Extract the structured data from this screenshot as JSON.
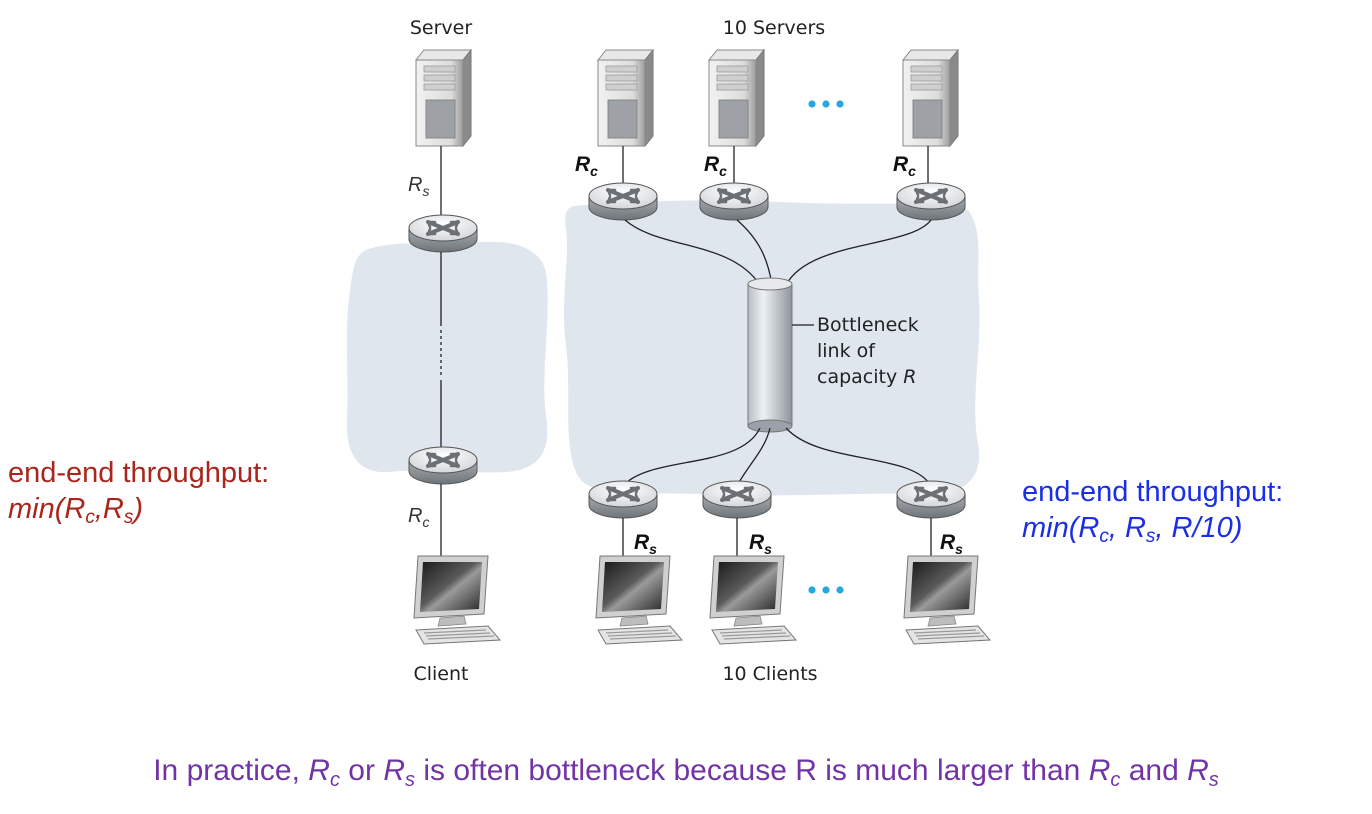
{
  "left_scenario": {
    "server_label": "Server",
    "client_label": "Client",
    "rs": {
      "base": "R",
      "sub": "s"
    },
    "rc": {
      "base": "R",
      "sub": "c"
    },
    "throughput": {
      "line1": "end-end throughput:",
      "fn": "min(R",
      "sub1": "c",
      "sep": ",R",
      "sub2": "s",
      "close": ")"
    }
  },
  "right_scenario": {
    "servers_label": "10 Servers",
    "clients_label": "10 Clients",
    "server_link": {
      "base": "R",
      "sub": "c"
    },
    "client_link": {
      "base": "R",
      "sub": "s"
    },
    "bottleneck": {
      "line1": "Bottleneck",
      "line2": "link of",
      "line3": "capacity ",
      "var": "R"
    },
    "throughput": {
      "line1": "end-end throughput:",
      "fn": "min(R",
      "sub1": "c",
      "sep1": ", R",
      "sub2": "s",
      "rest": ", R/10)"
    }
  },
  "footnote": {
    "t1": "In practice, ",
    "v1": "R",
    "s1": "c",
    "t2": " or ",
    "v2": "R",
    "s2": "s",
    "t3": " is often bottleneck because R is much larger than ",
    "v3": "R",
    "s3": "c",
    "t4": " and ",
    "v4": "R",
    "s4": "s"
  },
  "colors": {
    "left_throughput": "#a8261b",
    "right_throughput": "#1a2ee8",
    "footnote": "#7234a5",
    "network_cloud": "#dfe6ee",
    "ellipsis_dots": "#25a8e0"
  },
  "icons": [
    "server-icon",
    "router-icon",
    "client-computer-icon",
    "ellipsis-icon",
    "bottleneck-cylinder-icon"
  ]
}
